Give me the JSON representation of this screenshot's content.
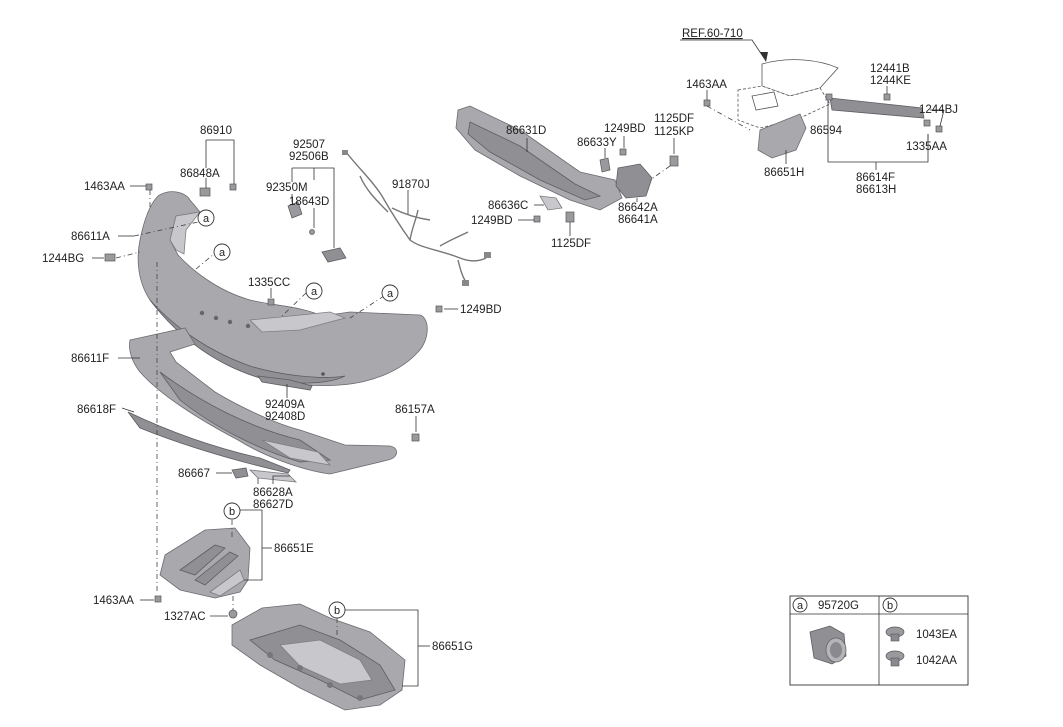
{
  "ref_label": "REF.60-710",
  "callout_a": "a",
  "callout_b": "b",
  "parts": {
    "p86910": "86910",
    "p86848A": "86848A",
    "p1463AA_left": "1463AA",
    "p86611A": "86611A",
    "p1244BG": "1244BG",
    "p92507": "92507",
    "p92506B": "92506B",
    "p92350M": "92350M",
    "p18643D": "18643D",
    "p91870J": "91870J",
    "p1335CC": "1335CC",
    "p1249BD_right": "1249BD",
    "p86611F": "86611F",
    "p92409A": "92409A",
    "p92408D": "92408D",
    "p86618F": "86618F",
    "p86157A": "86157A",
    "p86667": "86667",
    "p86628A": "86628A",
    "p86627D": "86627D",
    "p86651E": "86651E",
    "p1463AA_bottom": "1463AA",
    "p1327AC": "1327AC",
    "p86651G": "86651G",
    "p86631D": "86631D",
    "p86633Y": "86633Y",
    "p1249BD_mid": "1249BD",
    "p1125DF_top": "1125DF",
    "p1125KP": "1125KP",
    "p86636C": "86636C",
    "p1249BD_low": "1249BD",
    "p86642A": "86642A",
    "p86641A": "86641A",
    "p1125DF_bottom": "1125DF",
    "p1463AA_top": "1463AA",
    "p12441B": "12441B",
    "p1244KE": "1244KE",
    "p1244BJ": "1244BJ",
    "p86594": "86594",
    "p1335AA": "1335AA",
    "p86651H": "86651H",
    "p86614F": "86614F",
    "p86613H": "86613H"
  },
  "legend": {
    "a_part": "95720G",
    "b_part1": "1043EA",
    "b_part2": "1042AA"
  }
}
